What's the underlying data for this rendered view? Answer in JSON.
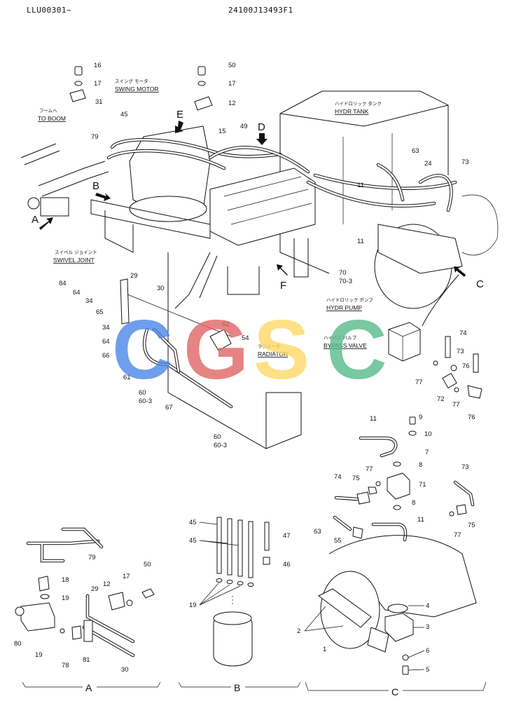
{
  "header": {
    "serial": "LLU00301~",
    "drawing_no": "24100J13493F1"
  },
  "watermark": {
    "letters": [
      "C",
      "G",
      "S",
      "C"
    ],
    "colors": [
      "#4a86e8",
      "#e06666",
      "#ffd966",
      "#57bb8a"
    ]
  },
  "captions": {
    "swing_motor": {
      "jp": "スイング モータ",
      "en": "SWING MOTOR"
    },
    "to_boom": {
      "jp": "フームへ",
      "en": "TO BOOM"
    },
    "swivel_joint": {
      "jp": "スイベル ジョイント",
      "en": "SWIVEL JOINT"
    },
    "hydr_tank": {
      "jp": "ハイドロリック タンク",
      "en": "HYDR TANK"
    },
    "hydr_pump": {
      "jp": "ハイドロリック ポンプ",
      "en": "HYDR PUMP"
    },
    "radiator": {
      "jp": "ラジエータ",
      "en": "RADIATOR"
    },
    "bypass_valve": {
      "jp": "ハイパス バルブ",
      "en": "BYPASS VALVE"
    }
  },
  "view_arrows": [
    "A",
    "B",
    "C",
    "D",
    "E",
    "F"
  ],
  "sections": [
    "A",
    "B",
    "C"
  ],
  "callouts": {
    "top": [
      "16",
      "17",
      "31",
      "50",
      "17",
      "12",
      "45",
      "79",
      "15",
      "49",
      "63",
      "24",
      "73",
      "11",
      "11",
      "70",
      "70-3",
      "29",
      "30",
      "84",
      "64",
      "34",
      "65",
      "34",
      "64",
      "66",
      "61",
      "62",
      "54",
      "60",
      "60-3",
      "67",
      "60",
      "60-3",
      "74",
      "73",
      "76",
      "77",
      "72",
      "77",
      "76"
    ],
    "detail_c": [
      "11",
      "9",
      "10",
      "7",
      "8",
      "77",
      "75",
      "74",
      "71",
      "8",
      "73",
      "63",
      "55",
      "11",
      "75",
      "77",
      "4",
      "3",
      "2",
      "1",
      "6",
      "5"
    ],
    "detail_a": [
      "79",
      "18",
      "19",
      "29",
      "12",
      "17",
      "50",
      "80",
      "19",
      "78",
      "81",
      "30"
    ],
    "detail_b": [
      "45",
      "45",
      "47",
      "46",
      "19"
    ]
  }
}
